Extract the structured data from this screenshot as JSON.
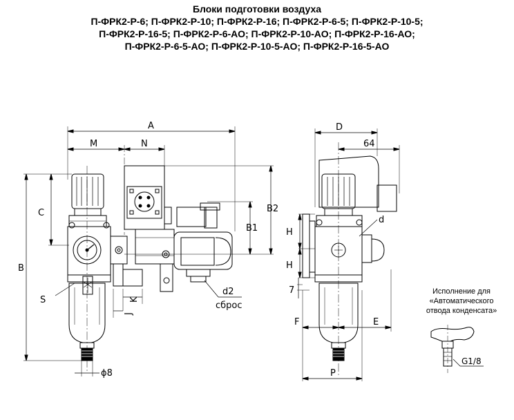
{
  "header": {
    "title": "Блоки подготовки воздуха",
    "line1": "П-ФРК2-Р-6; П-ФРК2-Р-10; П-ФРК2-Р-16; П-ФРК2-Р-6-5; П-ФРК2-Р-10-5;",
    "line2": "П-ФРК2-Р-16-5; П-ФРК2-Р-6-АО; П-ФРК2-Р-10-АО; П-ФРК2-Р-16-АО;",
    "line3": "П-ФРК2-Р-6-5-АО; П-ФРК2-Р-10-5-АО; П-ФРК2-Р-16-5-АО"
  },
  "front_view": {
    "dim_A": "A",
    "dim_M": "M",
    "dim_N": "N",
    "dim_C": "C",
    "dim_B": "B",
    "dim_B1": "B1",
    "dim_B2": "B2",
    "dim_S": "S",
    "dim_K": "K",
    "dim_J": "J",
    "dim_d2": "d2",
    "label_sbros": "сброс",
    "dim_phi8": "ϕ8"
  },
  "side_view": {
    "dim_D": "D",
    "dim_64": "64",
    "dim_d": "d",
    "dim_H_top": "H",
    "dim_H_bottom": "H",
    "dim_7": "7",
    "dim_F": "F",
    "dim_E": "E",
    "dim_P": "P"
  },
  "auto_drain": {
    "note_line1": "Исполнение для",
    "note_line2": "«Автоматического",
    "note_line3": "отвода конденсата»",
    "dim_G": "G1/8"
  }
}
